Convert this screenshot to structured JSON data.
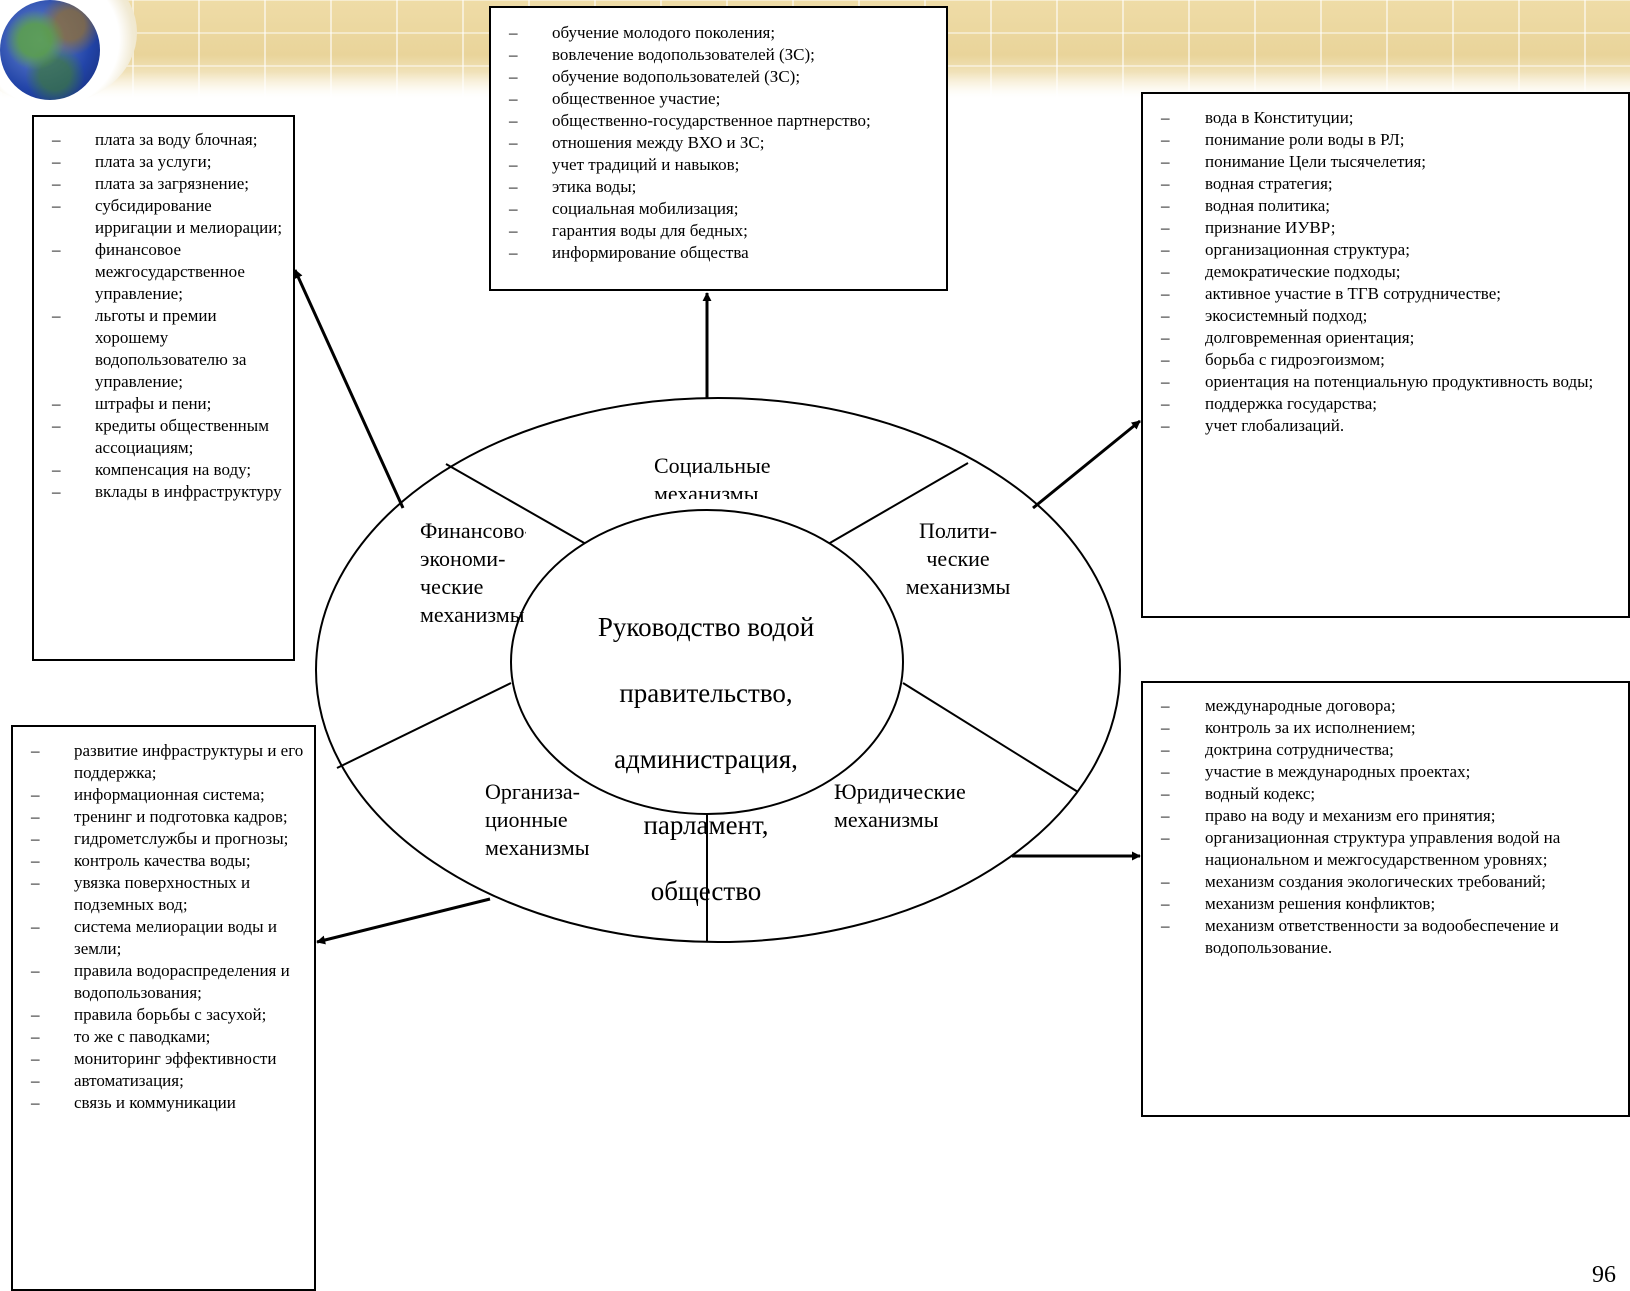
{
  "center": {
    "lines": [
      "Руководство водой",
      "правительство,",
      "администрация,",
      "парламент,",
      "общество"
    ]
  },
  "mechanisms": {
    "social": [
      "Социальные",
      "механизмы"
    ],
    "financial": [
      "Финансово-",
      "экономи-",
      "ческие",
      "механизмы"
    ],
    "political": [
      "Полити-",
      "ческие",
      "механизмы"
    ],
    "organizational": [
      "Организа-",
      "ционные",
      "механизмы"
    ],
    "legal": [
      "Юридические",
      "механизмы"
    ]
  },
  "boxes": {
    "social": [
      "обучение молодого поколения;",
      "вовлечение водопользователей (ЗС);",
      "обучение водопользователей (ЗС);",
      "общественное участие;",
      "общественно-государственное партнерство;",
      "отношения между ВХО и ЗС;",
      "учет традиций и навыков;",
      "этика воды;",
      "социальная мобилизация;",
      "гарантия воды для бедных;",
      "информирование общества"
    ],
    "financial": [
      "плата за воду блочная;",
      "плата за услуги;",
      "плата за загрязнение;",
      "субсидирование ирригации и мелиорации;",
      "финансовое межгосударственное управление;",
      "льготы и премии хорошему водопользователю за управление;",
      "штрафы и пени;",
      "кредиты общественным ассоциациям;",
      "компенсация на воду;",
      "вклады в инфраструктуру"
    ],
    "political": [
      "вода в Конституции;",
      "понимание роли воды в РЛ;",
      "понимание Цели тысячелетия;",
      "водная стратегия;",
      "водная политика;",
      "признание ИУВР;",
      "организационная структура;",
      "демократические подходы;",
      "активное участие в ТГВ сотрудничестве;",
      "экосистемный подход;",
      "долговременная ориентация;",
      "борьба с гидроэгоизмом;",
      "ориентация на потенциальную продуктивность воды;",
      "поддержка государства;",
      "учет глобализаций."
    ],
    "organizational": [
      "развитие инфраструктуры и его поддержка;",
      "информационная система;",
      "тренинг и подготовка кадров;",
      "гидрометслужбы и прогнозы;",
      "контроль качества воды;",
      "увязка поверхностных и подземных вод;",
      "система мелиорации воды и земли;",
      "правила водораспределения и водопользования;",
      "правила борьбы с засухой;",
      "то же с паводками;",
      "мониторинг эффективности",
      "автоматизация;",
      "связь и коммуникации"
    ],
    "legal": [
      "международные договора;",
      "контроль за их исполнением;",
      "доктрина сотрудничества;",
      "участие в международных проектах;",
      "водный кодекс;",
      "право на воду и механизм его принятия;",
      "организационная структура управления водой на национальном и межгосударственном уровнях;",
      "механизм создания экологических требований;",
      "механизм решения конфликтов;",
      "механизм ответственности за водообеспечение и водопользование."
    ]
  },
  "page_number": "96"
}
